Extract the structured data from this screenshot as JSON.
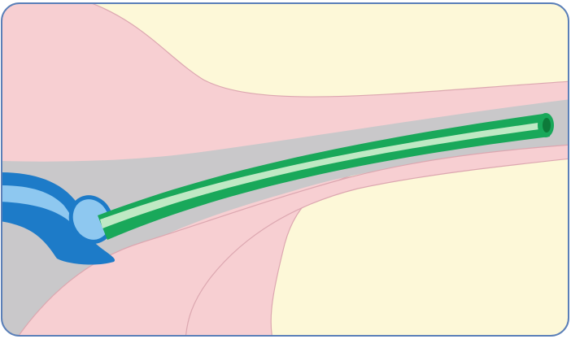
{
  "diagram": {
    "colors": {
      "background": "#fdf8d8",
      "tissue_pink": "#f7cfd2",
      "tissue_outline": "#dca7b0",
      "channel_gray": "#c9c8ca",
      "tube_green": "#19a85a",
      "tube_green_light": "#bfe9c4",
      "tube_green_dark": "#0d7a3a",
      "device_blue": "#1d7bc8",
      "device_blue_light": "#8ec8f0",
      "frame_border": "#5a7fb8"
    },
    "components": {
      "tissue": "pink-tissue-region",
      "channel": "gray-channel",
      "tube": "green-tube",
      "device": "blue-device"
    }
  }
}
